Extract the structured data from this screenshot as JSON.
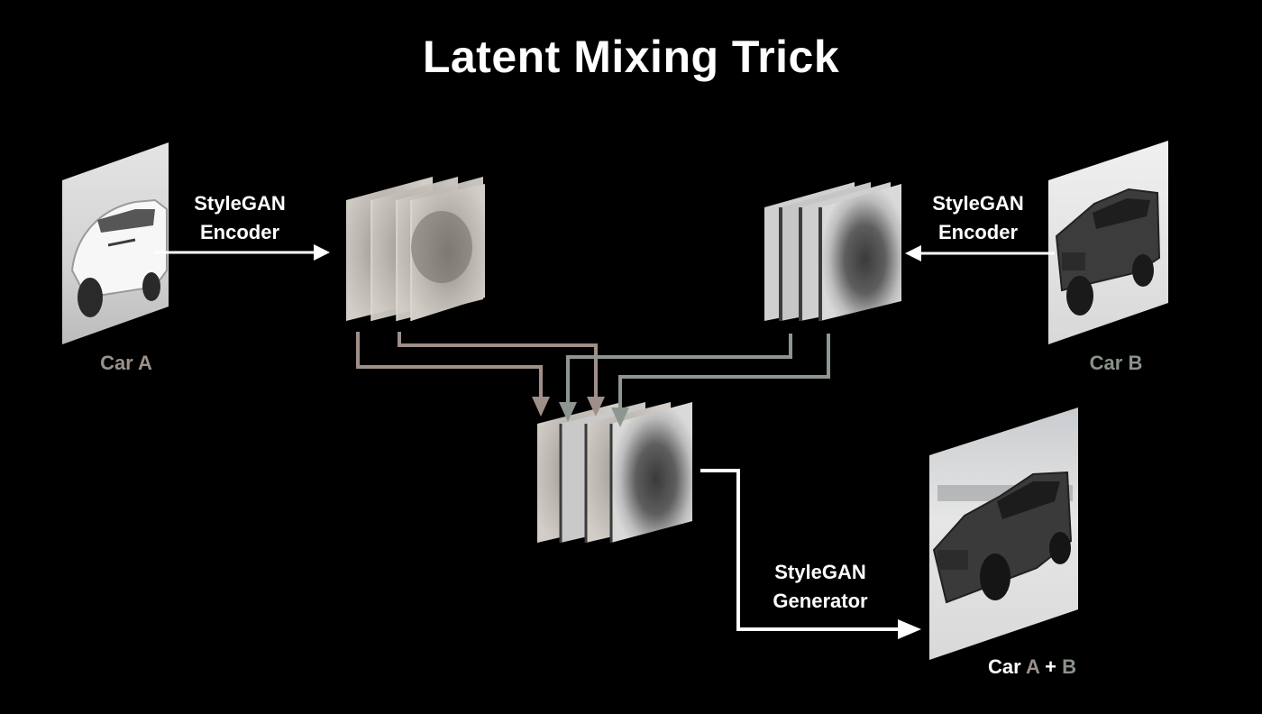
{
  "title": "Latent Mixing Trick",
  "encoder_left": {
    "line1": "StyleGAN",
    "line2": "Encoder"
  },
  "encoder_right": {
    "line1": "StyleGAN",
    "line2": "Encoder"
  },
  "generator": {
    "line1": "StyleGAN",
    "line2": "Generator"
  },
  "car_a_caption": "Car A",
  "car_b_caption": "Car B",
  "result_caption": {
    "car": "Car",
    "a": "A",
    "plus": "+",
    "b": "B"
  },
  "colors": {
    "background": "#000000",
    "text": "#ffffff",
    "car_a_accent": "#9b918b",
    "car_b_accent": "#8a938a",
    "arrow_a": "#9e8f89",
    "arrow_b": "#8e978f",
    "arrow_main": "#ffffff"
  }
}
